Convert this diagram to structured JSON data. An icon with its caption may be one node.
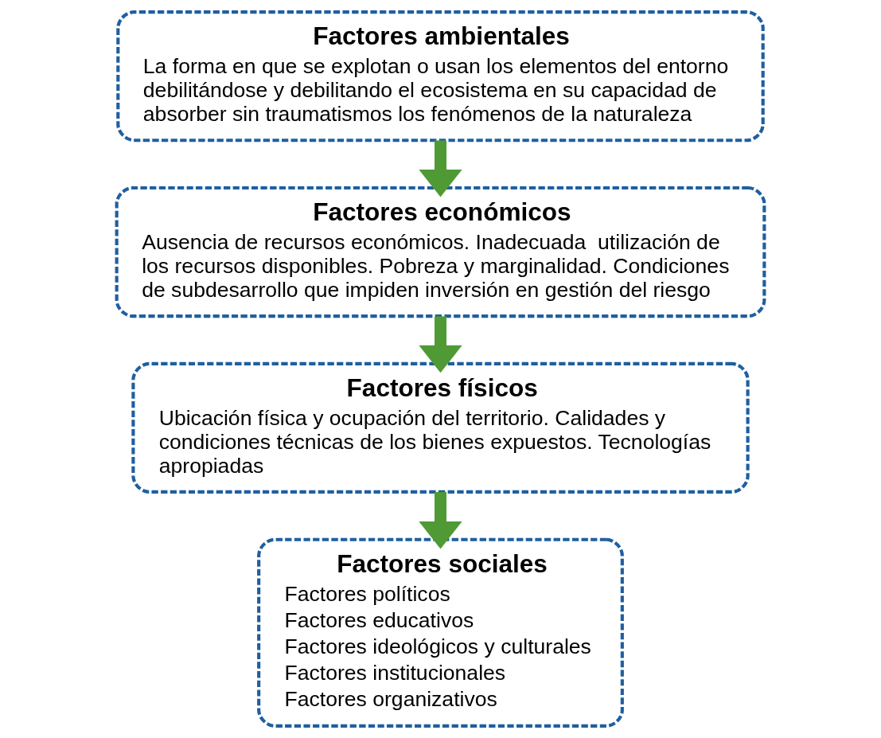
{
  "diagram": {
    "nodes": [
      {
        "text": [
          "Factores ambientales",
          "La forma en que se explotan o usan los elementos del entorno debilitándose y debilitando el ecosistema en su capacidad de absorber sin traumatismos los fenómenos de la naturaleza"
        ]
      },
      {
        "text": [
          "Factores económicos",
          "Ausencia de recursos económicos. Inadecuada  utilización de los recursos disponibles. Pobreza y marginalidad. Condiciones de subdesarrollo que impiden inversión en gestión del riesgo"
        ]
      },
      {
        "text": [
          "Factores físicos",
          "Ubicación física y ocupación del territorio. Calidades y condiciones técnicas de los bienes expuestos. Tecnologías apropiadas"
        ]
      },
      {
        "text": [
          "Factores sociales",
          "Factores políticos",
          "Factores educativos",
          "Factores ideológicos y culturales",
          "Factores institucionales",
          "Factores organizativos"
        ]
      }
    ],
    "edges": [
      {
        "from": 0,
        "to": 1,
        "arrow": "to"
      },
      {
        "from": 1,
        "to": 2,
        "arrow": "to"
      },
      {
        "from": 2,
        "to": 3,
        "arrow": "to"
      }
    ]
  }
}
